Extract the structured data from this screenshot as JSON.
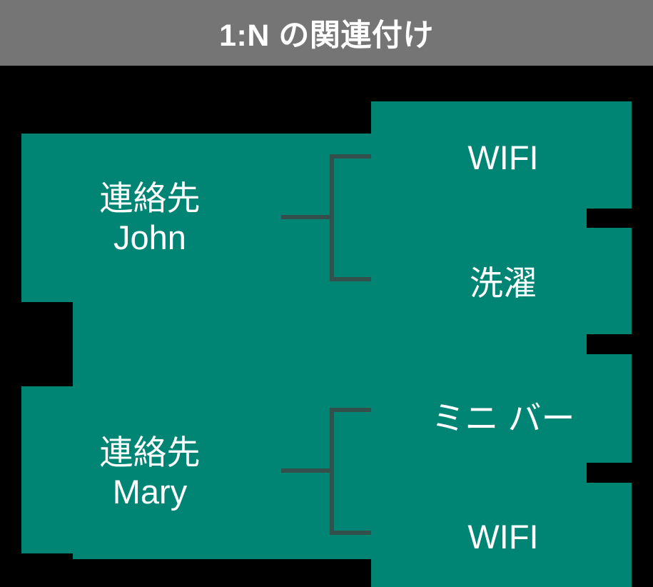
{
  "header": {
    "title": "1:N の関連付け",
    "background_color": "#757575",
    "text_color": "#ffffff"
  },
  "colors": {
    "page_background": "#000000",
    "panel_teal": "#008575",
    "connector": "#33504c",
    "label_text": "#ffffff"
  },
  "left_column": {
    "items": [
      {
        "line1": "連絡先",
        "line2": "John"
      },
      {
        "line1": "連絡先",
        "line2": "Mary"
      }
    ]
  },
  "right_column": {
    "items": [
      {
        "label": "WIFI"
      },
      {
        "label": "洗濯"
      },
      {
        "label": "ミニ バー"
      },
      {
        "label": "WIFI"
      }
    ]
  },
  "connectors": [
    {
      "name": "john-bracket"
    },
    {
      "name": "mary-bracket"
    }
  ]
}
